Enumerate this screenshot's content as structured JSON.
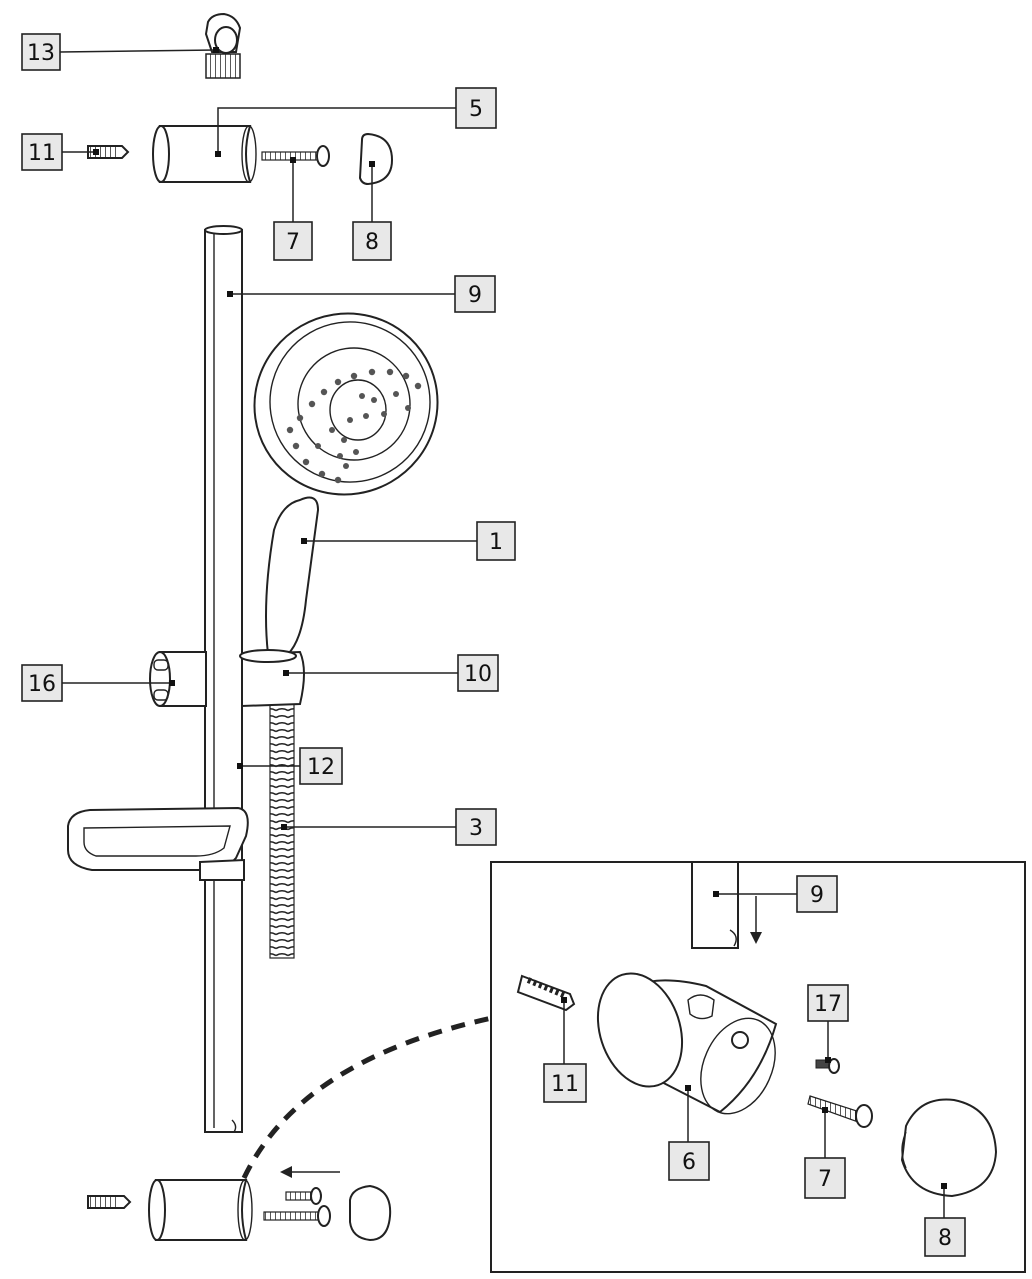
{
  "callouts": [
    {
      "id": "c13",
      "label": "13"
    },
    {
      "id": "c5",
      "label": "5"
    },
    {
      "id": "c11",
      "label": "11"
    },
    {
      "id": "c7",
      "label": "7"
    },
    {
      "id": "c8",
      "label": "8"
    },
    {
      "id": "c9",
      "label": "9"
    },
    {
      "id": "c1",
      "label": "1"
    },
    {
      "id": "c16",
      "label": "16"
    },
    {
      "id": "c10",
      "label": "10"
    },
    {
      "id": "c3",
      "label": "3"
    },
    {
      "id": "c12",
      "label": "12"
    }
  ],
  "inset_callouts": [
    {
      "id": "i9",
      "label": "9"
    },
    {
      "id": "i17",
      "label": "17"
    },
    {
      "id": "i11",
      "label": "11"
    },
    {
      "id": "i6",
      "label": "6"
    },
    {
      "id": "i7",
      "label": "7"
    },
    {
      "id": "i8",
      "label": "8"
    }
  ]
}
